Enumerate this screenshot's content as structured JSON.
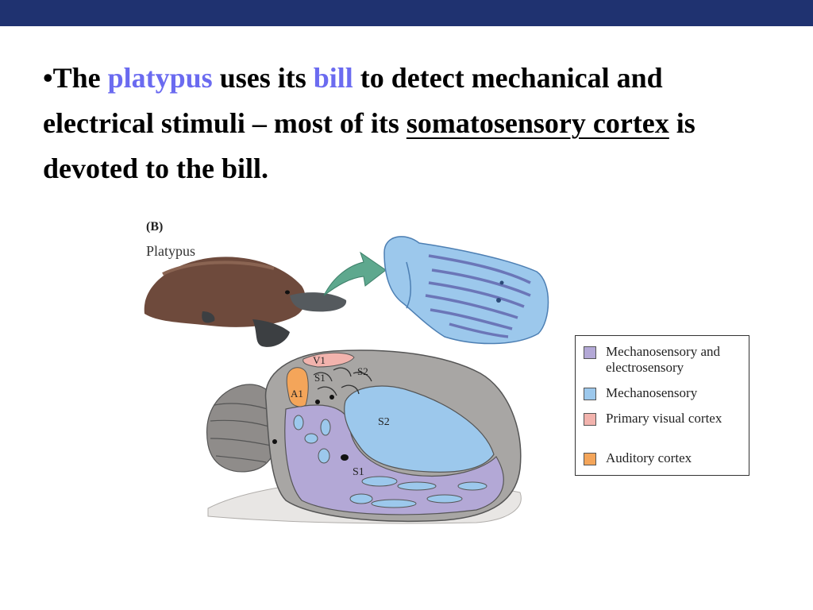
{
  "header": {
    "title": "Box 6.1 (B)  To Each Its Own Sensory World"
  },
  "bullet": {
    "marker": "•",
    "part1": "The ",
    "highlight1": "platypus",
    "part2": " uses its ",
    "highlight2": "bill",
    "part3": " to detect mechanical and electrical stimuli – most of its ",
    "underlined": "somatosensory cortex",
    "part4": " is devoted to the bill."
  },
  "figure": {
    "panel_label": "(B)",
    "animal_label": "Platypus",
    "region_labels": {
      "v1": "V1",
      "s1_top": "S1",
      "s2_top": "S2",
      "a1": "A1",
      "s2_main": "S2",
      "s1_main": "S1"
    }
  },
  "legend": {
    "items": [
      {
        "label": "Mechanosensory and electrosensory",
        "color": "#b3a8d6"
      },
      {
        "label": "Mechanosensory",
        "color": "#9cc8ec"
      },
      {
        "label": "Primary visual cortex",
        "color": "#f2b3ad"
      },
      {
        "label": "Auditory cortex",
        "color": "#f4a55a"
      }
    ]
  },
  "colors": {
    "title_bar": "#1f3270",
    "highlight": "#6b6bf0",
    "brain_gray": "#a8a6a4",
    "arrow": "#5ea88e"
  },
  "icons": {
    "arrow": "curved-arrow-icon"
  }
}
